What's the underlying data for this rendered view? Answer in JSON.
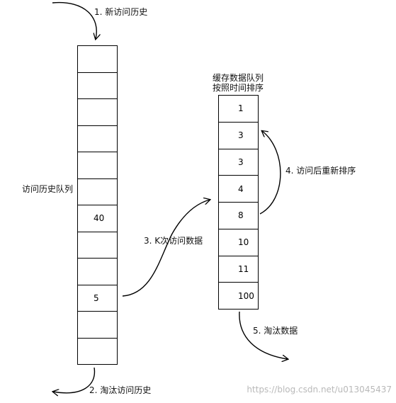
{
  "history_queue": {
    "label": "访问历史队列",
    "cells": [
      "",
      "",
      "",
      "",
      "",
      "",
      "40",
      "",
      "",
      "5",
      "",
      ""
    ]
  },
  "cache_queue": {
    "title_line1": "缓存数据队列",
    "title_line2": "按照时间排序",
    "cells": [
      "1",
      "3",
      "3",
      "4",
      "8",
      "10",
      "11",
      "100"
    ]
  },
  "steps": {
    "step1": "1. 新访问历史",
    "step2": "2. 淘汰访问历史",
    "step3": "3. K次访问数据",
    "step4": "4. 访问后重新排序",
    "step5": "5. 淘汰数据"
  },
  "watermark": "https://blog.csdn.net/u013045437"
}
